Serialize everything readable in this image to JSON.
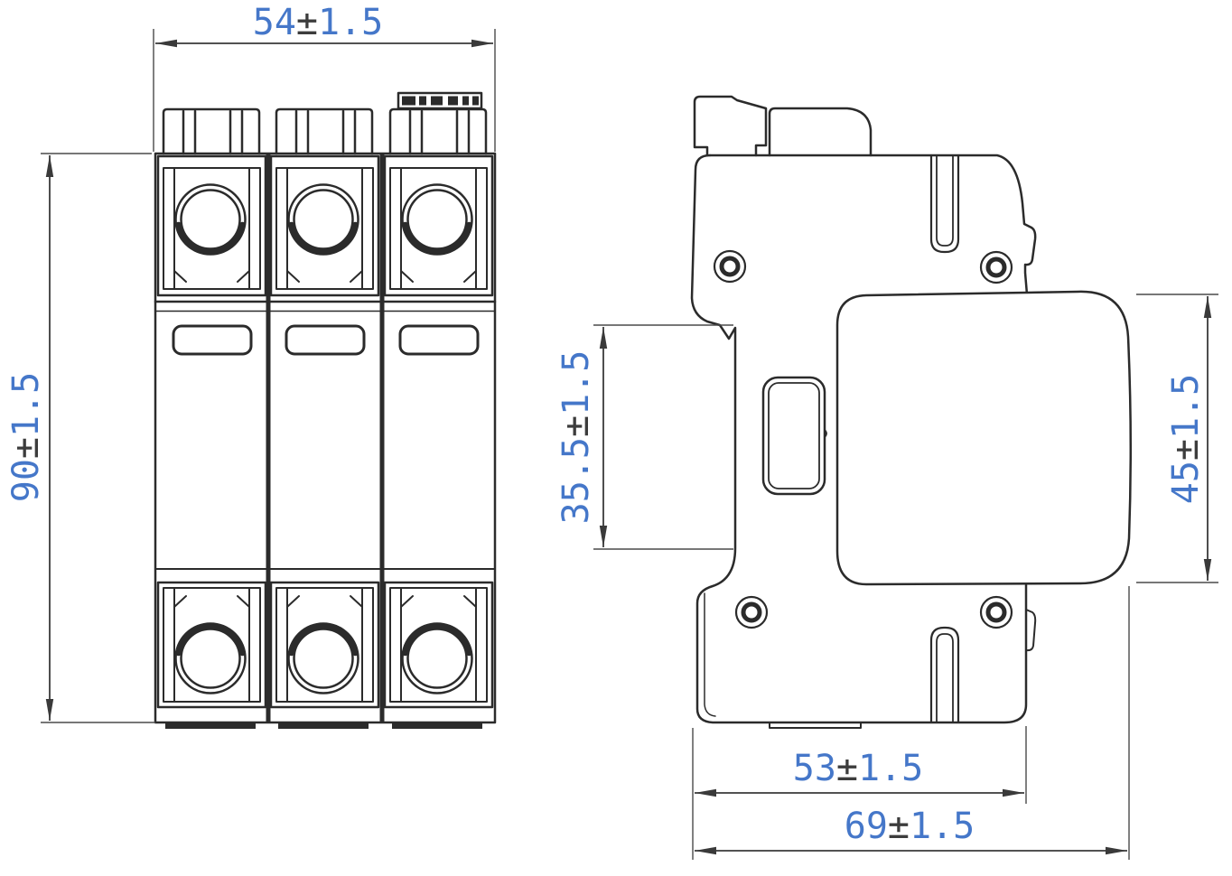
{
  "drawing": {
    "type": "technical-dimension-drawing",
    "views": {
      "front": {
        "name": "front view",
        "modules": 3
      },
      "side": {
        "name": "side view"
      }
    },
    "dimensions": {
      "front_width": {
        "value": "54",
        "pm": "±",
        "tol": "1.5"
      },
      "front_height": {
        "value": "90",
        "pm": "±",
        "tol": "1.5"
      },
      "rail_recess": {
        "value": "35.5",
        "pm": "±",
        "tol": "1.5"
      },
      "module_height": {
        "value": "45",
        "pm": "±",
        "tol": "1.5"
      },
      "base_depth": {
        "value": "53",
        "pm": "±",
        "tol": "1.5"
      },
      "total_depth": {
        "value": "69",
        "pm": "±",
        "tol": "1.5"
      }
    },
    "colors": {
      "background": "#ffffff",
      "part_line": "#2b2b2b",
      "dimension_line": "#3a3a3a",
      "dimension_value": "#4577c9",
      "dimension_pm": "#3c3c3c"
    }
  }
}
